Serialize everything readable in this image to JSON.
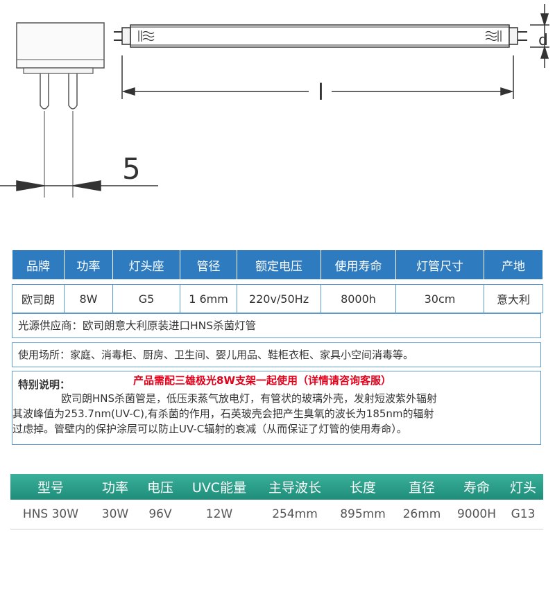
{
  "diagram": {
    "dim_pin_spacing": "5",
    "dim_length": "l",
    "dim_diameter": "d"
  },
  "spec_table": {
    "headers": [
      "品牌",
      "功率",
      "灯头座",
      "管径",
      "额定电压",
      "使用寿命",
      "灯管尺寸",
      "产地"
    ],
    "row": [
      "欧司朗",
      "8W",
      "G5",
      "1 6mm",
      "220v/50Hz",
      "8000h",
      "30cm",
      "意大利"
    ],
    "supplier": "光源供应商：欧司朗意大利原装进口HNS杀菌灯管",
    "usage": "使用场所：家庭、消毒柜、厨房、卫生间、婴儿用品、鞋柜衣柜、家具小空间消毒等。"
  },
  "special_note": {
    "label": "特别说明：",
    "notice": "产品需配三雄极光8W支架一起使用（详情请咨询客服）",
    "line1": "欧司朗HNS杀菌管是，低压汞蒸气放电灯，有管状的玻璃外壳，发射短波紫外辐射",
    "line2": "其波峰值为253.7nm(UV-C),有杀菌的作用，石英玻壳会把产生臭氧的波长为185nm的辐射",
    "line3": "过虑掉。管壁内的保护涂层可以防止UV-C辐射的衰减（从而保证了灯管的使用寿命）。"
  },
  "model_table": {
    "headers": [
      "型号",
      "功率",
      "电压",
      "UVC能量",
      "主导波长",
      "长度",
      "直径",
      "寿命",
      "灯头"
    ],
    "row": [
      "HNS 30W",
      "30W",
      "96V",
      "12W",
      "254mm",
      "895mm",
      "26mm",
      "9000H",
      "G13"
    ]
  },
  "colors": {
    "blue_header": "#2e7bc0",
    "teal_header": "#1e8d7a",
    "notice_red": "#e4001a"
  }
}
